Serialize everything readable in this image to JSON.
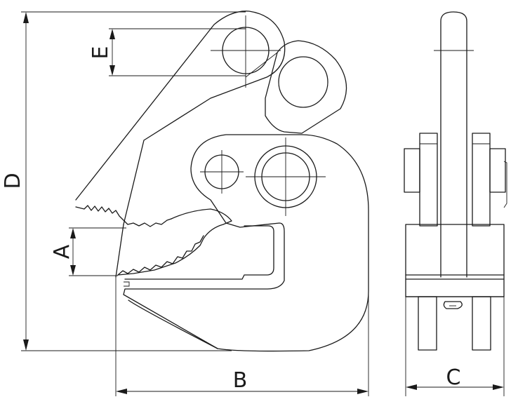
{
  "labels": {
    "d": "D",
    "e": "E",
    "a": "A",
    "b": "B",
    "c": "C"
  }
}
